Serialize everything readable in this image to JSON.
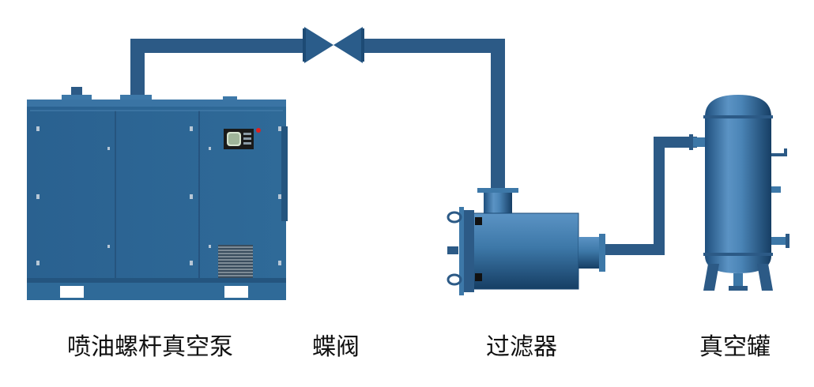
{
  "labels": {
    "pump": "喷油螺杆真空泵",
    "valve": "蝶阀",
    "filter": "过滤器",
    "tank": "真空罐"
  },
  "colors": {
    "pipe": "#2c5a86",
    "pump_body": "#2f6a98",
    "equipment": "#3d78a8",
    "valve": "#2a5c8a",
    "text": "#111111",
    "indicator_red": "#e02020"
  },
  "icons": {
    "pump": "oil-injected-screw-vacuum-pump",
    "valve": "butterfly-valve",
    "filter": "filter-vessel",
    "tank": "vacuum-tank"
  }
}
